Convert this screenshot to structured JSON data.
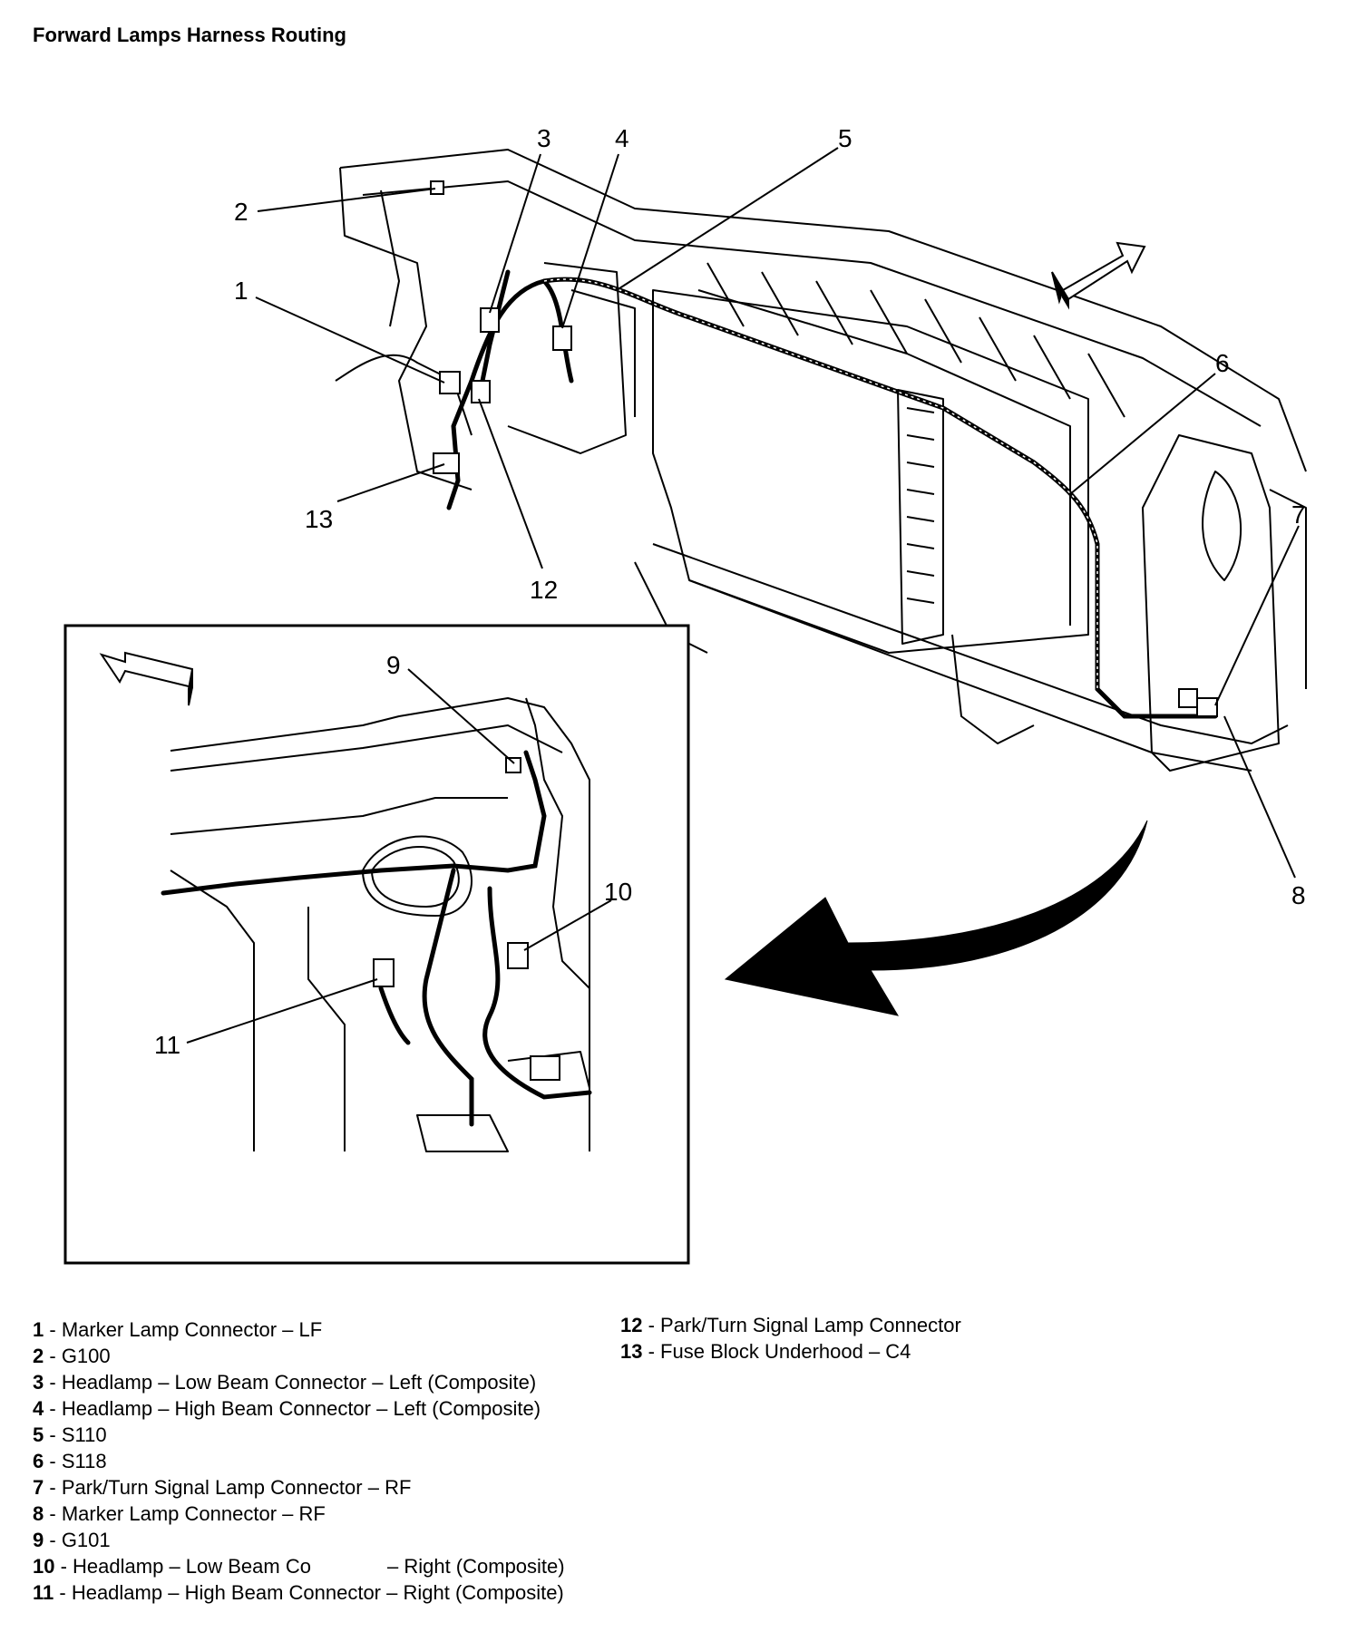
{
  "title": "Forward Lamps Harness Routing",
  "callouts": [
    "1",
    "2",
    "3",
    "4",
    "5",
    "6",
    "7",
    "8",
    "9",
    "10",
    "11",
    "12",
    "13"
  ],
  "legend": [
    {
      "num": "1",
      "sep": " - ",
      "text": "Marker Lamp Connector – LF"
    },
    {
      "num": "2",
      "sep": " - ",
      "text": "G100"
    },
    {
      "num": "3",
      "sep": " - ",
      "text": "Headlamp – Low Beam Connector – Left (Composite)"
    },
    {
      "num": "4",
      "sep": " - ",
      "text": "Headlamp – High Beam Connector – Left (Composite)"
    },
    {
      "num": "5",
      "sep": " - ",
      "text": "S110"
    },
    {
      "num": "6",
      "sep": " - ",
      "text": "S118"
    },
    {
      "num": "7",
      "sep": " - ",
      "text": "Park/Turn Signal Lamp Connector – RF"
    },
    {
      "num": "8",
      "sep": " - ",
      "text": "Marker Lamp Connector – RF"
    },
    {
      "num": "9",
      "sep": " - ",
      "text": "G101"
    },
    {
      "num": "10",
      "sep": " - ",
      "text_a": "Headlamp – Low Beam Co",
      "text_b": "– Right (Composite)"
    },
    {
      "num": "11",
      "sep": " - ",
      "text": "Headlamp – High Beam Connector – Right (Composite)"
    },
    {
      "num": "12",
      "sep": " - ",
      "text": "Park/Turn Signal Lamp Connector"
    },
    {
      "num": "13",
      "sep": " - ",
      "text": "Fuse Block Underhood – C4"
    }
  ]
}
